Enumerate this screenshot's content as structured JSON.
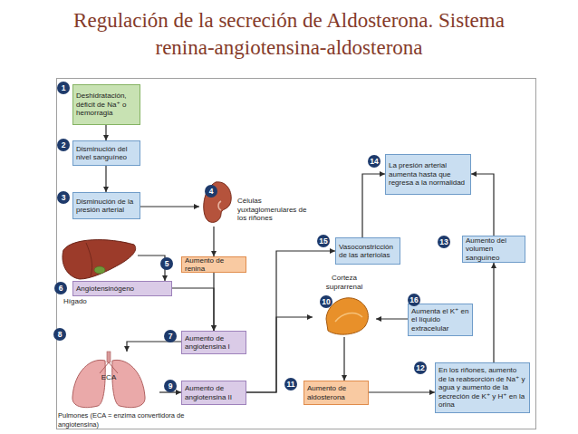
{
  "diagram": {
    "title": "Regulación de la secreción de Aldosterona. Sistema renina-angiotensina-aldosterona",
    "nodes": [
      {
        "text": [
          "Deshidratación, déficit de Na⁺ o hemorragia"
        ]
      },
      {
        "text": [
          "Disminución del nivel sanguíneo"
        ]
      },
      {
        "text": [
          "Disminución de la presión arterial"
        ]
      },
      {
        "text": [
          "Células yuxtaglomerulares de los riñones"
        ]
      },
      {
        "text": [
          "Aumento de renina"
        ]
      },
      {
        "text": [
          "Hígado"
        ]
      },
      {
        "text": [
          "Angiotensinógeno"
        ]
      },
      {
        "text": [
          "ECA",
          "Pulmones (ECA = enzima convertidora de angiotensina)"
        ]
      },
      {
        "text": [
          "Aumento de angiotensina I"
        ]
      },
      {
        "text": [
          "Aumento de angiotensina II"
        ]
      },
      {
        "text": [
          "Corteza suprarrenal"
        ]
      },
      {
        "text": [
          "Aumento de aldosterona"
        ]
      },
      {
        "text": [
          "En los riñones, aumento de la reabsorción de Na⁺ y agua y aumento de la secreción de K⁺ y H⁺ en la orina"
        ]
      },
      {
        "text": [
          "Aumento del volumen sanguíneo"
        ]
      },
      {
        "text": [
          "La presión arterial aumenta hasta que regresa a la normalidad"
        ]
      },
      {
        "text": [
          "Vasoconstricción de las arteriolas"
        ]
      },
      {
        "text": [
          "Aumenta el K⁺ en el líquido extracelular"
        ]
      }
    ],
    "edges": [
      {
        "from": 0,
        "to": 1,
        "arrow": "to"
      },
      {
        "from": 1,
        "to": 2,
        "arrow": "to"
      },
      {
        "from": 2,
        "to": 3,
        "arrow": "to"
      },
      {
        "from": 3,
        "to": 4,
        "arrow": "to"
      },
      {
        "from": 5,
        "to": 6,
        "arrow": "to"
      },
      {
        "from": 6,
        "to": 8,
        "arrow": "to"
      },
      {
        "from": 4,
        "to": 8,
        "arrow": "to"
      },
      {
        "from": 8,
        "to": 7,
        "arrow": "to"
      },
      {
        "from": 7,
        "to": 9,
        "arrow": "to"
      },
      {
        "from": 9,
        "to": 15,
        "arrow": "to"
      },
      {
        "from": 9,
        "to": 10,
        "arrow": "to"
      },
      {
        "from": 10,
        "to": 11,
        "arrow": "to"
      },
      {
        "from": 11,
        "to": 12,
        "arrow": "to"
      },
      {
        "from": 12,
        "to": 13,
        "arrow": "to"
      },
      {
        "from": 13,
        "to": 14,
        "arrow": "to"
      },
      {
        "from": 15,
        "to": 14,
        "arrow": "to"
      },
      {
        "from": 16,
        "to": 10,
        "arrow": "to"
      }
    ],
    "labels": [
      "1",
      "2",
      "3",
      "4",
      "5",
      "6",
      "7",
      "8",
      "9",
      "10",
      "11",
      "12",
      "13",
      "14",
      "15",
      "16"
    ]
  }
}
